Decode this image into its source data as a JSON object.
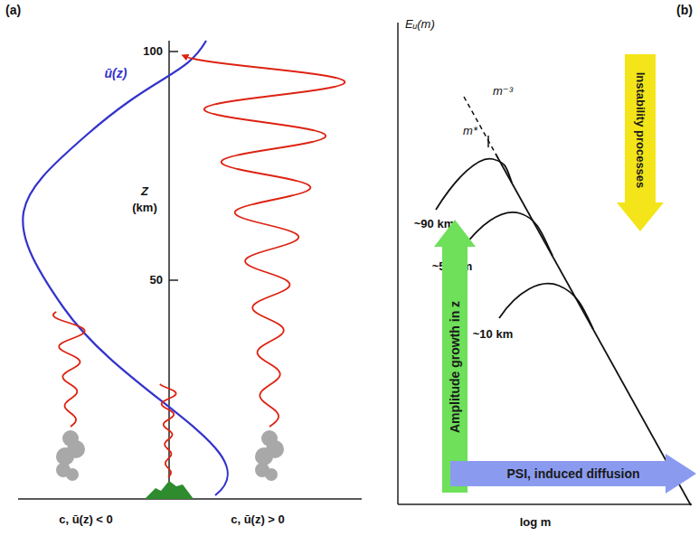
{
  "diagram": {
    "nodes": [
      {
        "text": [
          "Amplitude growth in z"
        ]
      },
      {
        "text": [
          "Instability processes"
        ]
      },
      {
        "text": [
          "PSI, induced diffusion"
        ]
      }
    ],
    "labels": [
      "(a)",
      "100",
      "Z",
      "(km)",
      "50",
      "ū(z)",
      "c, ū(z) < 0",
      "c, ū(z) > 0",
      "(b)",
      "Eᵤ(m)",
      "m⁻³",
      "m*",
      "~90 km",
      "~50 km",
      "~10 km",
      "log m"
    ]
  }
}
